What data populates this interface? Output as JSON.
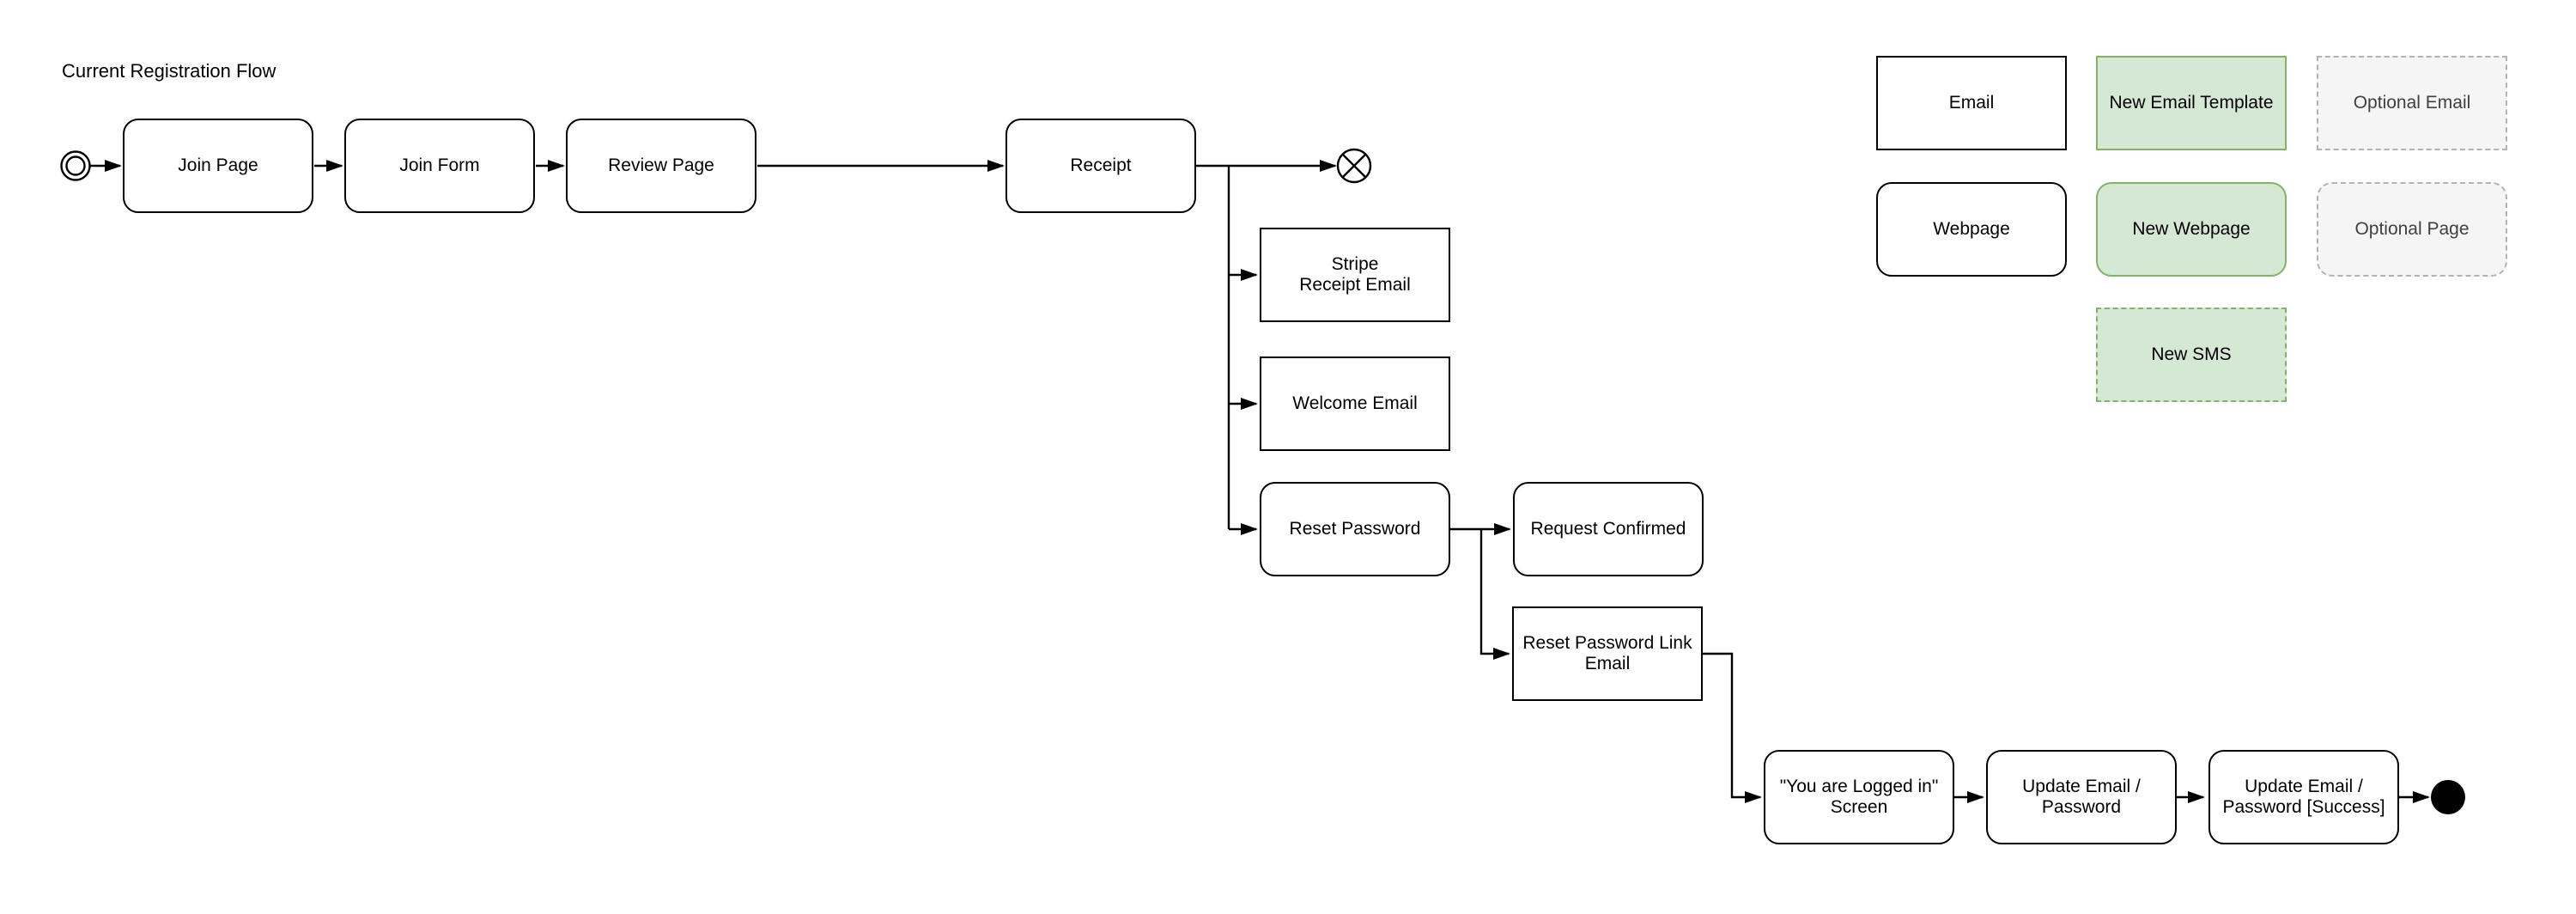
{
  "title": "Current Registration Flow",
  "nodes": {
    "join_page": {
      "label": "Join Page",
      "type": "webpage"
    },
    "join_form": {
      "label": "Join Form",
      "type": "webpage"
    },
    "review_page": {
      "label": "Review Page",
      "type": "webpage"
    },
    "receipt": {
      "label": "Receipt",
      "type": "webpage"
    },
    "stripe_receipt_email": {
      "label": "Stripe\nReceipt Email",
      "type": "email"
    },
    "welcome_email": {
      "label": "Welcome Email",
      "type": "email"
    },
    "reset_password": {
      "label": "Reset Password",
      "type": "webpage"
    },
    "request_confirmed": {
      "label": "Request Confirmed",
      "type": "webpage"
    },
    "reset_password_link_email": {
      "label": "Reset Password Link\nEmail",
      "type": "email"
    },
    "you_are_logged_in_screen": {
      "label": "\"You are Logged in\"\nScreen",
      "type": "webpage"
    },
    "update_email_password": {
      "label": "Update Email /\nPassword",
      "type": "webpage"
    },
    "update_email_password_success": {
      "label": "Update Email /\nPassword [Success]",
      "type": "webpage"
    }
  },
  "events": {
    "start": "start-event",
    "cancel_end": "cancel-end-event",
    "end": "end-event"
  },
  "legend": {
    "email": "Email",
    "new_email_template": "New Email Template",
    "optional_email": "Optional Email",
    "webpage": "Webpage",
    "new_webpage": "New Webpage",
    "optional_page": "Optional Page",
    "new_sms": "New SMS"
  },
  "colors": {
    "line": "#000000",
    "new_fill": "#d5e8d4",
    "new_stroke": "#82b366",
    "optional_fill": "#f5f5f5",
    "optional_stroke": "#b3b3b3",
    "optional_text": "#404040"
  }
}
